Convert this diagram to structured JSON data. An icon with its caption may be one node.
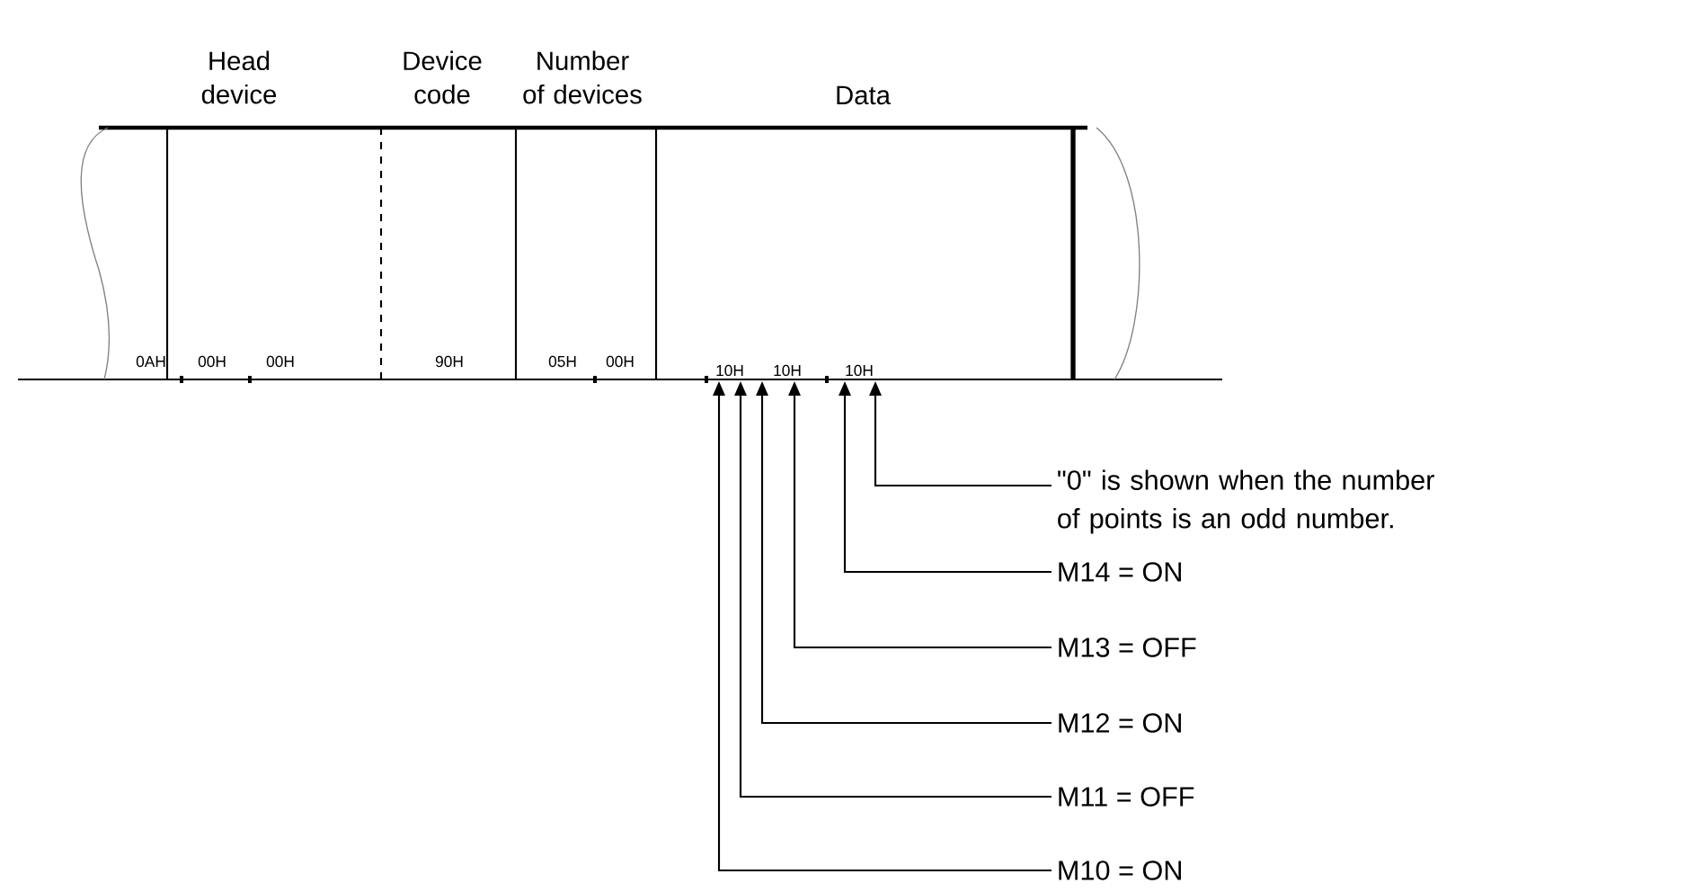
{
  "diagram": {
    "nodes": [
      {
        "text": [
          "\"0\" is shown when the number of points is an odd number."
        ]
      },
      {
        "text": [
          "M14 = ON"
        ]
      },
      {
        "text": [
          "M13 = OFF"
        ]
      },
      {
        "text": [
          "M12 = ON"
        ]
      },
      {
        "text": [
          "M11 = OFF"
        ]
      },
      {
        "text": [
          "M10 = ON"
        ]
      },
      {
        "text": [
          "10H"
        ]
      },
      {
        "text": [
          "10H"
        ]
      },
      {
        "text": [
          "10H"
        ]
      }
    ],
    "edges": [
      {
        "from": 0,
        "to": 8,
        "arrow": "to"
      },
      {
        "from": 1,
        "to": 8,
        "arrow": "to"
      },
      {
        "from": 2,
        "to": 7,
        "arrow": "to"
      },
      {
        "from": 3,
        "to": 7,
        "arrow": "to"
      },
      {
        "from": 4,
        "to": 6,
        "arrow": "to"
      },
      {
        "from": 5,
        "to": 6,
        "arrow": "to"
      }
    ],
    "labels": [
      "Head device",
      "Device code",
      "Number of devices",
      "Data",
      "0AH",
      "00H",
      "00H",
      "90H",
      "05H",
      "00H"
    ]
  }
}
